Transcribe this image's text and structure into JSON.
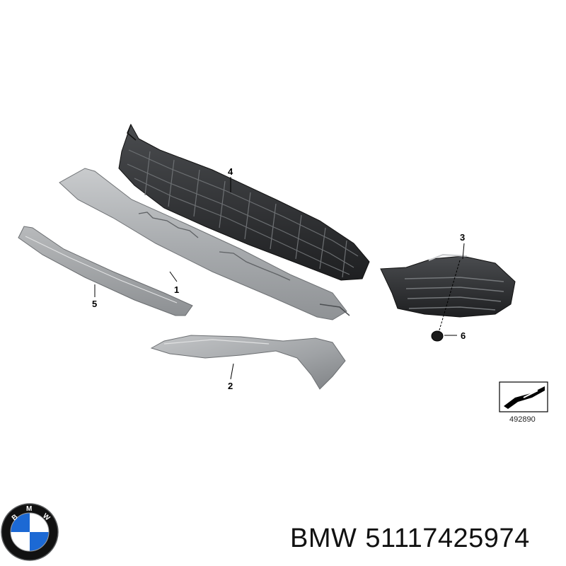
{
  "diagram": {
    "callouts": [
      {
        "id": "p1",
        "label": "1"
      },
      {
        "id": "p2",
        "label": "2"
      },
      {
        "id": "p3",
        "label": "3"
      },
      {
        "id": "p4",
        "label": "4"
      },
      {
        "id": "p5",
        "label": "5"
      },
      {
        "id": "p6",
        "label": "6"
      }
    ],
    "reference_number": "492890"
  },
  "logo": {
    "lettering": "BMW",
    "colors": {
      "ring": "#111111",
      "blue": "#1c69d4",
      "white": "#ffffff"
    }
  },
  "caption": {
    "brand": "BMW",
    "part_number": "51117425974"
  }
}
